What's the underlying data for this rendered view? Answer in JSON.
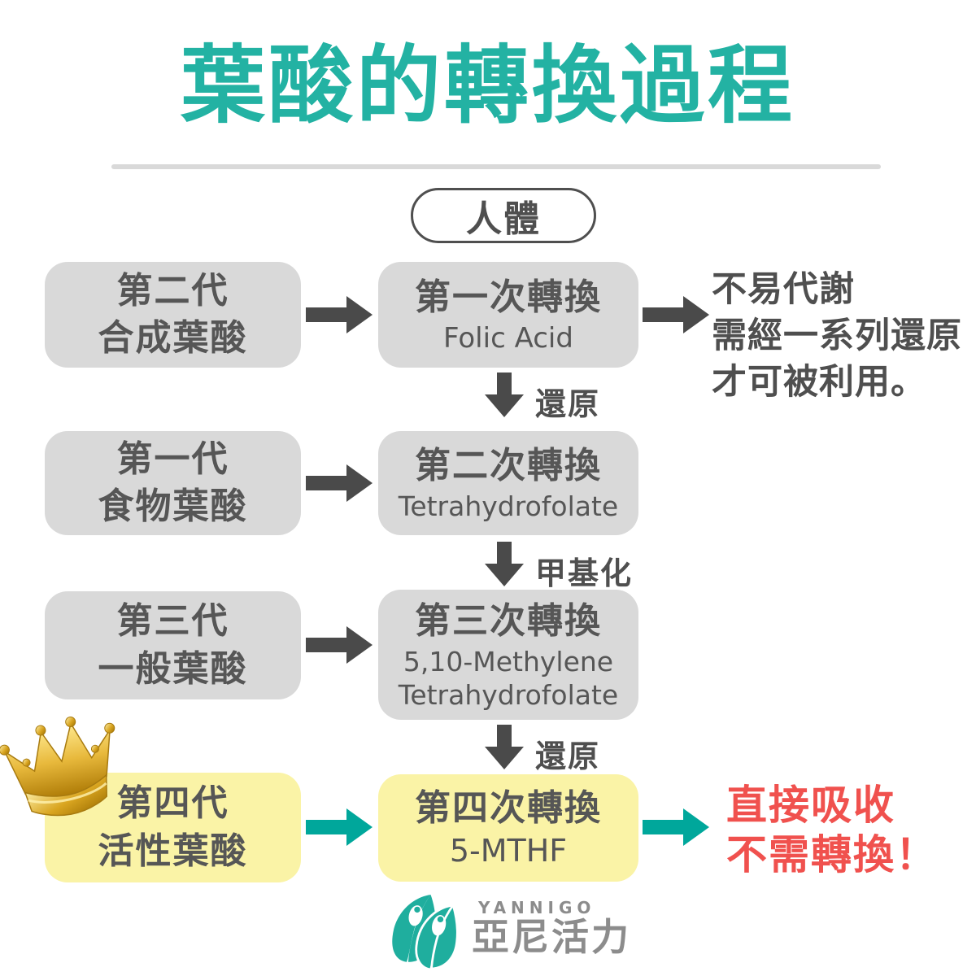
{
  "title": "葉酸的轉換過程",
  "scope_label": "人體",
  "rows": [
    {
      "left1": "第二代",
      "left2": "合成葉酸",
      "center1": "第一次轉換",
      "center2": "Folic Acid"
    },
    {
      "left1": "第一代",
      "left2": "食物葉酸",
      "center1": "第二次轉換",
      "center2": "Tetrahydrofolate"
    },
    {
      "left1": "第三代",
      "left2": "一般葉酸",
      "center1": "第三次轉換",
      "center2": "5,10-Methylene",
      "center3": "Tetrahydrofolate"
    },
    {
      "left1": "第四代",
      "left2": "活性葉酸",
      "center1": "第四次轉換",
      "center2": "5-MTHF"
    }
  ],
  "step_labels": {
    "step1": "還原",
    "step2": "甲基化",
    "step3": "還原"
  },
  "notes": {
    "first": [
      "不易代謝",
      "需經一系列還原",
      "才可被利用。"
    ],
    "last": [
      "直接吸收",
      "不需轉換！"
    ]
  },
  "footer": {
    "brand_en": "YANNIGO",
    "brand_zh": "亞尼活力"
  },
  "colors": {
    "title_teal": "#23b2a3",
    "box_gray": "#d9d9d9",
    "box_yellow": "#faf3a6",
    "arrow_dark": "#4a4a4a",
    "arrow_teal": "#00a79b",
    "text_gray": "#4f4f4f",
    "highlight_red": "#f0514e",
    "logo_gray": "#8c8c8c",
    "crown_gold": "#d9a520"
  }
}
